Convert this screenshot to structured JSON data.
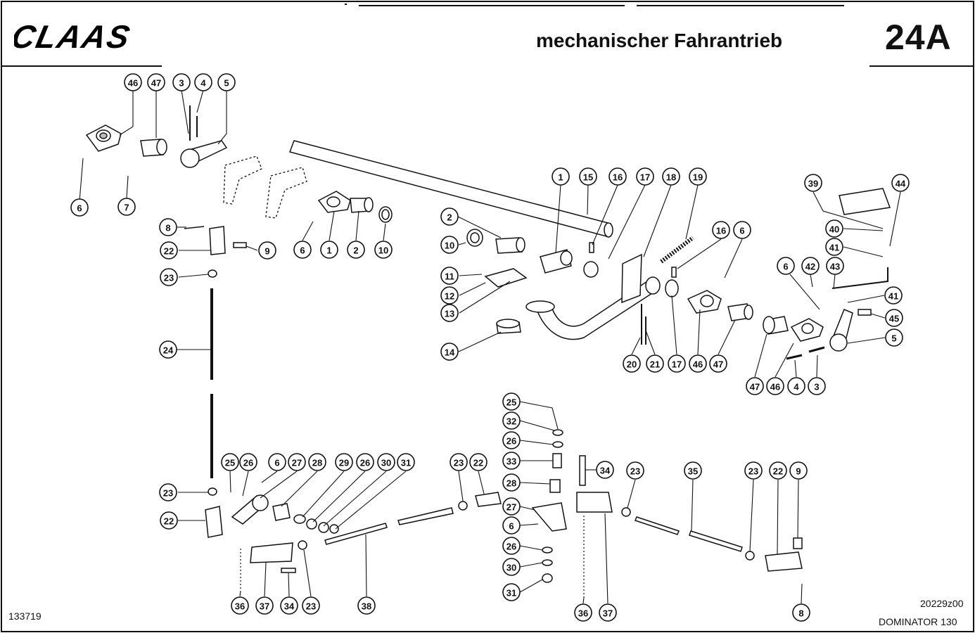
{
  "header": {
    "brand": "CLAAS",
    "title": "mechanischer Fahrantrieb",
    "page_id": "24A"
  },
  "footer": {
    "left_code": "133719",
    "right_code": "20229z00",
    "model": "DOMINATOR 130"
  },
  "callouts": [
    {
      "label": "46"
    },
    {
      "label": "47"
    },
    {
      "label": "3"
    },
    {
      "label": "4"
    },
    {
      "label": "5"
    },
    {
      "label": "6"
    },
    {
      "label": "7"
    },
    {
      "label": "8"
    },
    {
      "label": "22"
    },
    {
      "label": "9"
    },
    {
      "label": "23"
    },
    {
      "label": "6"
    },
    {
      "label": "1"
    },
    {
      "label": "2"
    },
    {
      "label": "10"
    },
    {
      "label": "1"
    },
    {
      "label": "15"
    },
    {
      "label": "16"
    },
    {
      "label": "17"
    },
    {
      "label": "18"
    },
    {
      "label": "19"
    },
    {
      "label": "2"
    },
    {
      "label": "10"
    },
    {
      "label": "11"
    },
    {
      "label": "12"
    },
    {
      "label": "13"
    },
    {
      "label": "14"
    },
    {
      "label": "16"
    },
    {
      "label": "6"
    },
    {
      "label": "20"
    },
    {
      "label": "21"
    },
    {
      "label": "17"
    },
    {
      "label": "46"
    },
    {
      "label": "47"
    },
    {
      "label": "39"
    },
    {
      "label": "44"
    },
    {
      "label": "40"
    },
    {
      "label": "41"
    },
    {
      "label": "6"
    },
    {
      "label": "42"
    },
    {
      "label": "43"
    },
    {
      "label": "41"
    },
    {
      "label": "45"
    },
    {
      "label": "5"
    },
    {
      "label": "47"
    },
    {
      "label": "46"
    },
    {
      "label": "4"
    },
    {
      "label": "3"
    },
    {
      "label": "24"
    },
    {
      "label": "25"
    },
    {
      "label": "26"
    },
    {
      "label": "6"
    },
    {
      "label": "27"
    },
    {
      "label": "28"
    },
    {
      "label": "29"
    },
    {
      "label": "26"
    },
    {
      "label": "30"
    },
    {
      "label": "31"
    },
    {
      "label": "23"
    },
    {
      "label": "22"
    },
    {
      "label": "23"
    },
    {
      "label": "22"
    },
    {
      "label": "36"
    },
    {
      "label": "37"
    },
    {
      "label": "34"
    },
    {
      "label": "23"
    },
    {
      "label": "38"
    },
    {
      "label": "25"
    },
    {
      "label": "32"
    },
    {
      "label": "26"
    },
    {
      "label": "33"
    },
    {
      "label": "28"
    },
    {
      "label": "27"
    },
    {
      "label": "6"
    },
    {
      "label": "26"
    },
    {
      "label": "30"
    },
    {
      "label": "31"
    },
    {
      "label": "34"
    },
    {
      "label": "36"
    },
    {
      "label": "37"
    },
    {
      "label": "23"
    },
    {
      "label": "35"
    },
    {
      "label": "23"
    },
    {
      "label": "22"
    },
    {
      "label": "9"
    },
    {
      "label": "8"
    }
  ]
}
